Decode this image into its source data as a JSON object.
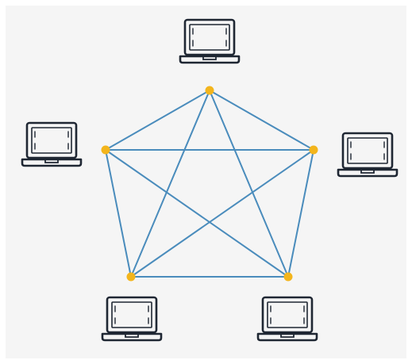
{
  "diagram": {
    "type": "full-mesh-network",
    "colors": {
      "background": "#f5f5f5",
      "link": "#4a8cbc",
      "node": "#f3b51c",
      "laptop": "#1f2733"
    },
    "node_icon": "circle-dot",
    "device_icon": "laptop-icon",
    "node_count": 5,
    "device_count": 5,
    "links": [
      [
        "n1",
        "n2"
      ],
      [
        "n1",
        "n3"
      ],
      [
        "n1",
        "n4"
      ],
      [
        "n1",
        "n5"
      ],
      [
        "n2",
        "n3"
      ],
      [
        "n2",
        "n4"
      ],
      [
        "n2",
        "n5"
      ],
      [
        "n3",
        "n4"
      ],
      [
        "n3",
        "n5"
      ],
      [
        "n4",
        "n5"
      ]
    ]
  }
}
